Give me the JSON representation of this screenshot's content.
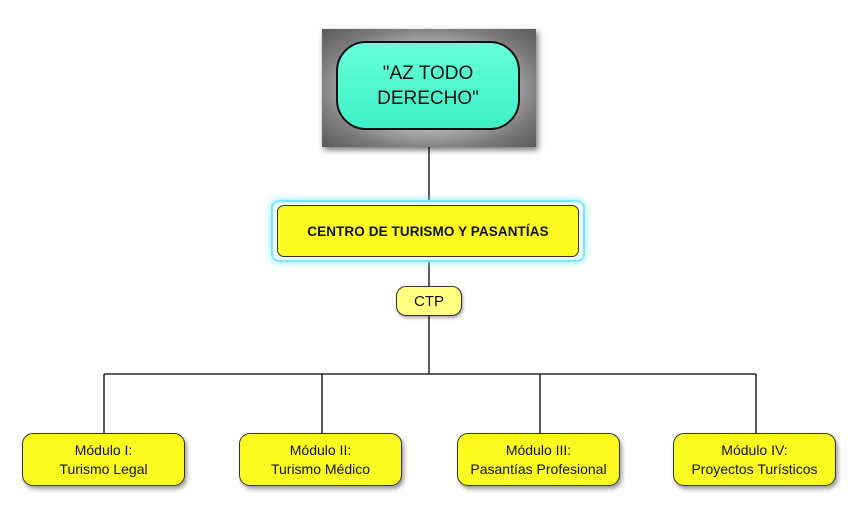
{
  "root": {
    "line1": "\"AZ TODO",
    "line2": "DERECHO\"",
    "fill_color": "#3ef0c4"
  },
  "center": {
    "label": "CENTRO DE TURISMO Y PASANTÍAS",
    "fill_color": "#fbfb1f"
  },
  "ctp": {
    "label": "CTP",
    "fill_color": "#ffff80"
  },
  "modules": [
    {
      "title": "Módulo I:",
      "subtitle": "Turismo Legal"
    },
    {
      "title": "Módulo II:",
      "subtitle": "Turismo Médico"
    },
    {
      "title": "Módulo III:",
      "subtitle": "Pasantías Profesional"
    },
    {
      "title": "Módulo IV:",
      "subtitle": "Proyectos Turísticos"
    }
  ]
}
